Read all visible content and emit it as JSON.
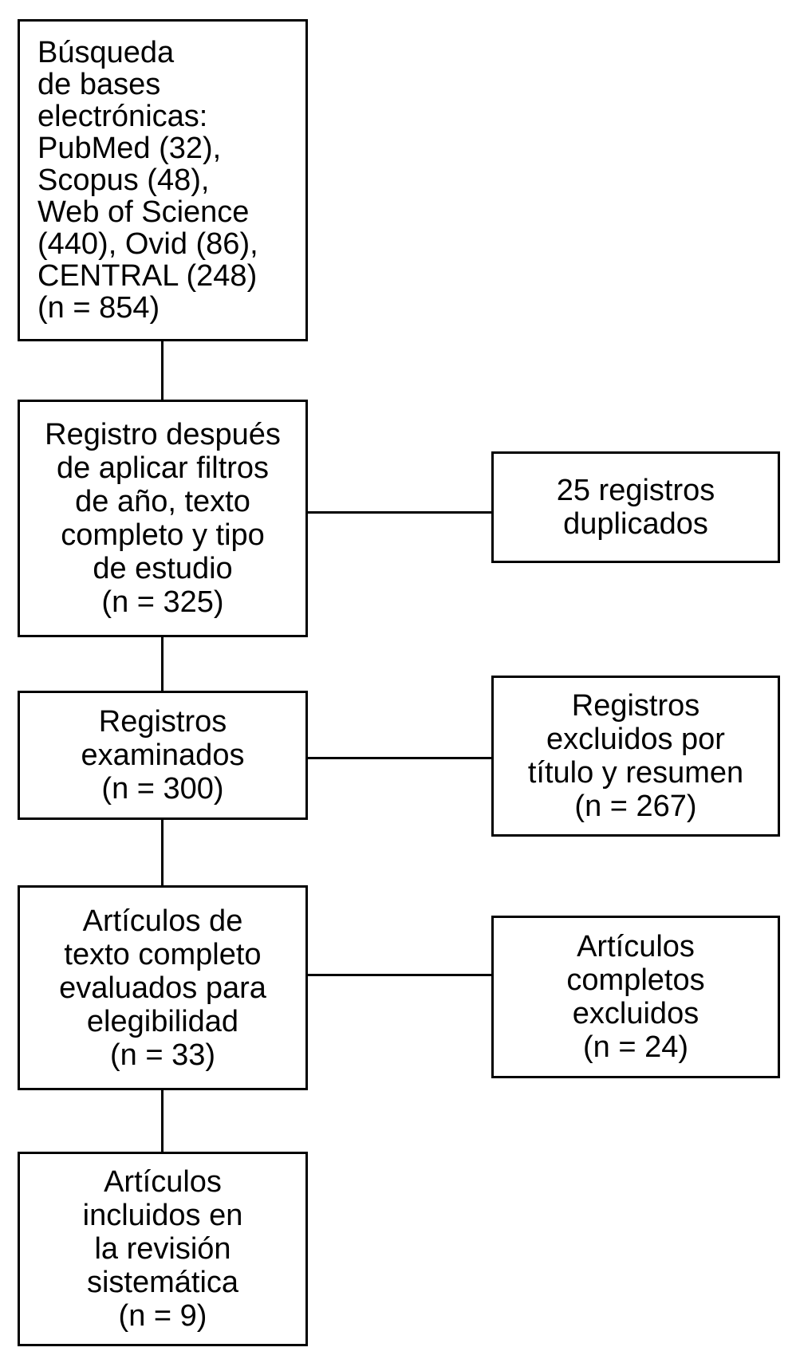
{
  "flowchart": {
    "type": "prisma-flow-diagram",
    "colors": {
      "background": "#ffffff",
      "box_border": "#000000",
      "text": "#000000",
      "connector": "#000000"
    },
    "main_column": [
      {
        "step": "identification",
        "lines": [
          "Búsqueda",
          "de bases",
          "electrónicas:",
          "PubMed (32),",
          "Scopus (48),",
          "Web of Science",
          "(440), Ovid (86),",
          "CENTRAL (248)",
          "(n = 854)"
        ]
      },
      {
        "step": "after-filters",
        "lines": [
          "Registro después",
          "de aplicar filtros",
          "de año, texto",
          "completo y tipo",
          "de estudio",
          "(n = 325)"
        ]
      },
      {
        "step": "screening",
        "lines": [
          "Registros",
          "examinados",
          "(n = 300)"
        ]
      },
      {
        "step": "eligibility",
        "lines": [
          "Artículos de",
          "texto completo",
          "evaluados para",
          "elegibilidad",
          "(n = 33)"
        ]
      },
      {
        "step": "included",
        "lines": [
          "Artículos",
          "incluidos en",
          "la revisión",
          "sistemática",
          "(n = 9)"
        ]
      }
    ],
    "side_column": [
      {
        "step": "duplicates-removed",
        "lines": [
          "25 registros",
          "duplicados"
        ]
      },
      {
        "step": "excluded-title-abstract",
        "lines": [
          "Registros",
          "excluidos por",
          "título y resumen",
          "(n = 267)"
        ]
      },
      {
        "step": "fulltext-excluded",
        "lines": [
          "Artículos",
          "completos",
          "excluidos",
          "(n = 24)"
        ]
      }
    ]
  }
}
